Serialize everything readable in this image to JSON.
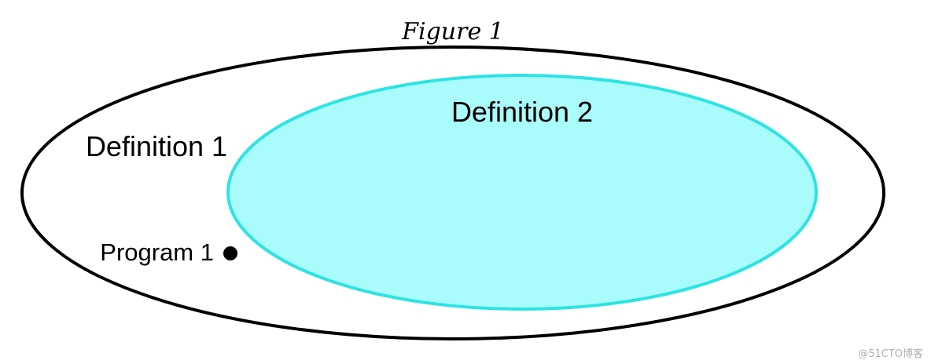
{
  "figure": {
    "title": "Figure 1"
  },
  "diagram": {
    "outer_set": {
      "label": "Definition 1",
      "stroke": "#000000",
      "fill": "#ffffff"
    },
    "inner_set": {
      "label": "Definition 2",
      "stroke": "#2de3e3",
      "fill": "#aafcfc"
    },
    "point": {
      "label": "Program 1",
      "color": "#000000"
    }
  },
  "watermark": {
    "text": "@51CTO博客"
  }
}
